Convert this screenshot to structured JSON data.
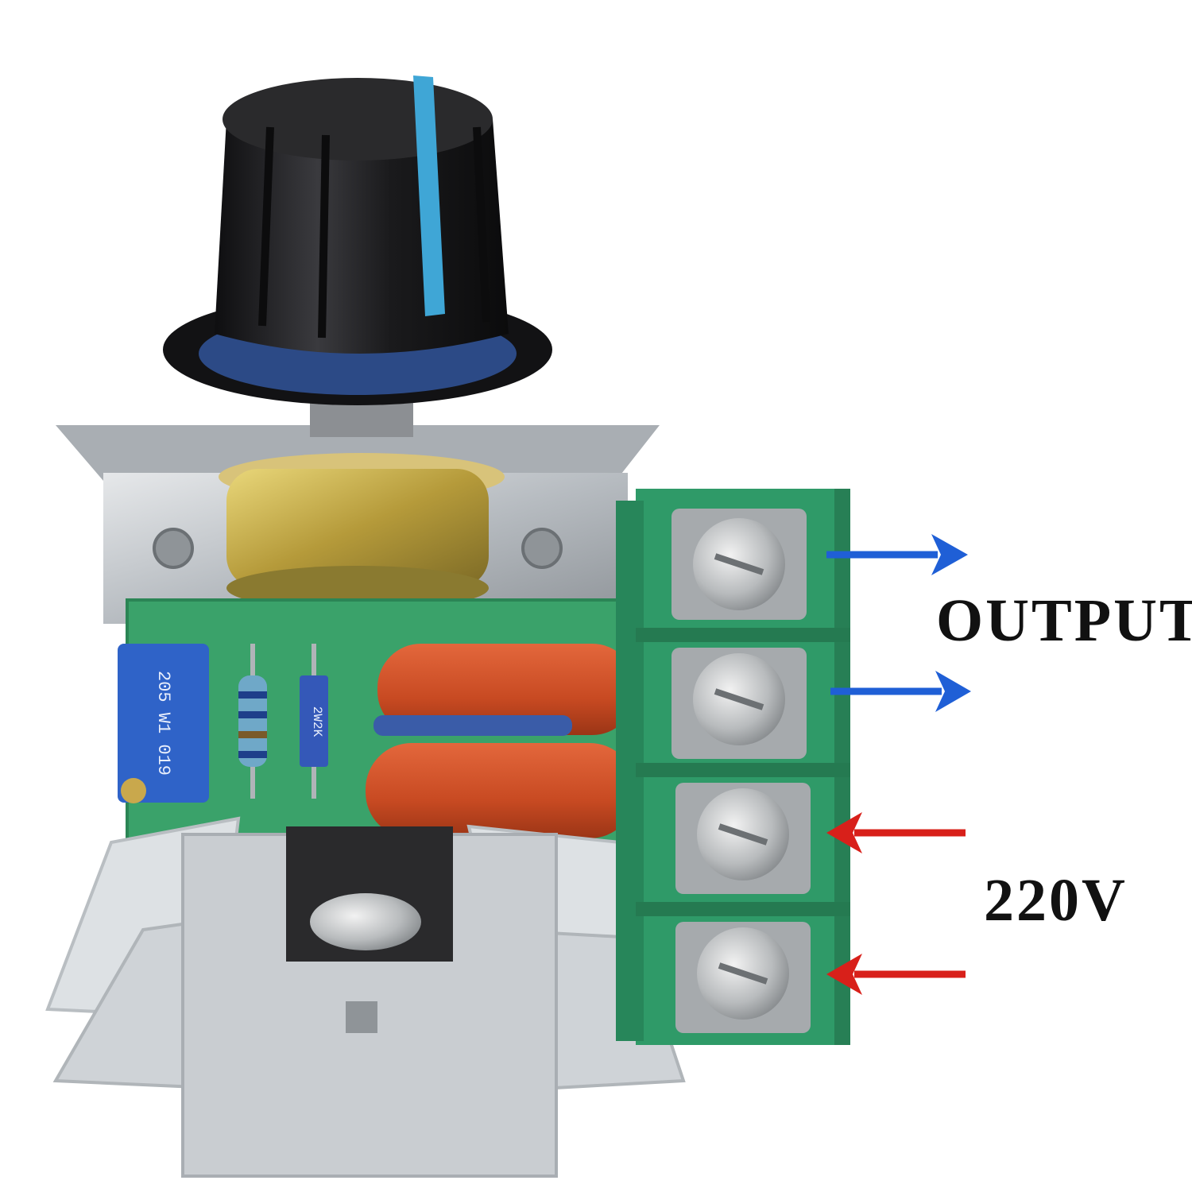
{
  "image": {
    "subject": "AC voltage regulator / dimmer module",
    "background_color": "#ffffff"
  },
  "labels": {
    "output": "OUTPUT",
    "input_voltage": "220V"
  },
  "component_markings": {
    "trimmer": "205 W1 019",
    "resistor_body": "2W2K"
  },
  "colors": {
    "output_arrow": "#1f5fd6",
    "input_arrow": "#d8201a",
    "pcb_green": "#3aa26a",
    "terminal_green": "#2f9a68",
    "knob_black": "#1c1c1e",
    "knob_stripe": "#3fa6d6",
    "capacitor_red": "#cf4a22",
    "trimmer_blue": "#2f63c8",
    "heatsink_silver": "#d2d6da"
  },
  "icons": {
    "output_arrows": "arrow-right-icon",
    "input_arrows": "arrow-left-icon"
  }
}
